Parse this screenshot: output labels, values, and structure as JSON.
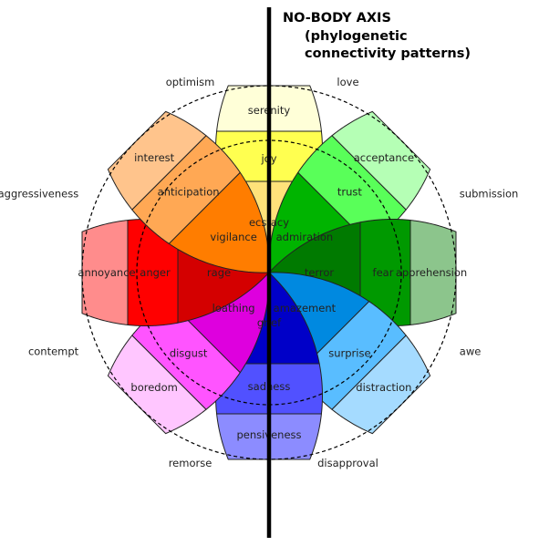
{
  "title_lines": [
    "NO-BODY AXIS",
    "(phylogenetic",
    "connectivity  patterns)"
  ],
  "petals": [
    {
      "angle": -90,
      "emotions": [
        "ecstacy",
        "joy",
        "serenity"
      ],
      "colors": [
        "#ffe27a",
        "#ffff50",
        "#ffffd8"
      ]
    },
    {
      "angle": -45,
      "emotions": [
        "admiration",
        "trust",
        "acceptance"
      ],
      "colors": [
        "#00b400",
        "#59ff59",
        "#b5ffb5"
      ]
    },
    {
      "angle": 0,
      "emotions": [
        "terror",
        "fear",
        "apprehension"
      ],
      "colors": [
        "#007a00",
        "#009900",
        "#8cc58c"
      ]
    },
    {
      "angle": 45,
      "emotions": [
        "amazement",
        "surprise",
        "distraction"
      ],
      "colors": [
        "#0089e0",
        "#59bdff",
        "#a5dbff"
      ]
    },
    {
      "angle": 90,
      "emotions": [
        "grief",
        "sadness",
        "pensiveness"
      ],
      "colors": [
        "#0000c8",
        "#5151ff",
        "#8c8cff"
      ]
    },
    {
      "angle": 135,
      "emotions": [
        "loathing",
        "disgust",
        "boredom"
      ],
      "colors": [
        "#de00de",
        "#ff54ff",
        "#ffc6ff"
      ]
    },
    {
      "angle": 180,
      "emotions": [
        "rage",
        "anger",
        "annoyance"
      ],
      "colors": [
        "#d40000",
        "#ff0000",
        "#ff8c8c"
      ]
    },
    {
      "angle": -135,
      "emotions": [
        "vigilance",
        "anticipation",
        "interest"
      ],
      "colors": [
        "#ff7d00",
        "#ffa854",
        "#ffc48c"
      ]
    }
  ],
  "dyads": [
    {
      "angle": -112.5,
      "label": "optimism",
      "color": "#ffd8b5"
    },
    {
      "angle": -67.5,
      "label": "love",
      "color": "#ddffcc"
    },
    {
      "angle": -22.5,
      "label": "submission",
      "color": "#cce5cc"
    },
    {
      "angle": 22.5,
      "label": "awe",
      "color": "#d2e9fb"
    },
    {
      "angle": 67.5,
      "label": "disapproval",
      "color": "#ccccff"
    },
    {
      "angle": 112.5,
      "label": "remorse",
      "color": "#cccfff"
    },
    {
      "angle": 157.5,
      "label": "contempt",
      "color": "#ffe0ff"
    },
    {
      "angle": -157.5,
      "label": "aggressiveness",
      "color": "#ffd0d0"
    }
  ]
}
